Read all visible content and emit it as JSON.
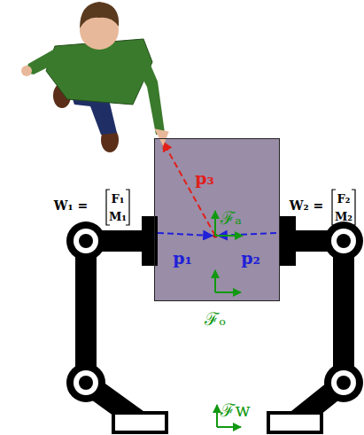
{
  "diagram": {
    "nodes": [
      {
        "text": [
          "p₃",
          "ℱₐ",
          "p₁",
          "p₂"
        ]
      }
    ],
    "labels": [
      "W₁ =",
      "F₁",
      "M₁",
      "W₂ =",
      "F₂",
      "M₂",
      "ℱₒ",
      "ℱw"
    ]
  }
}
